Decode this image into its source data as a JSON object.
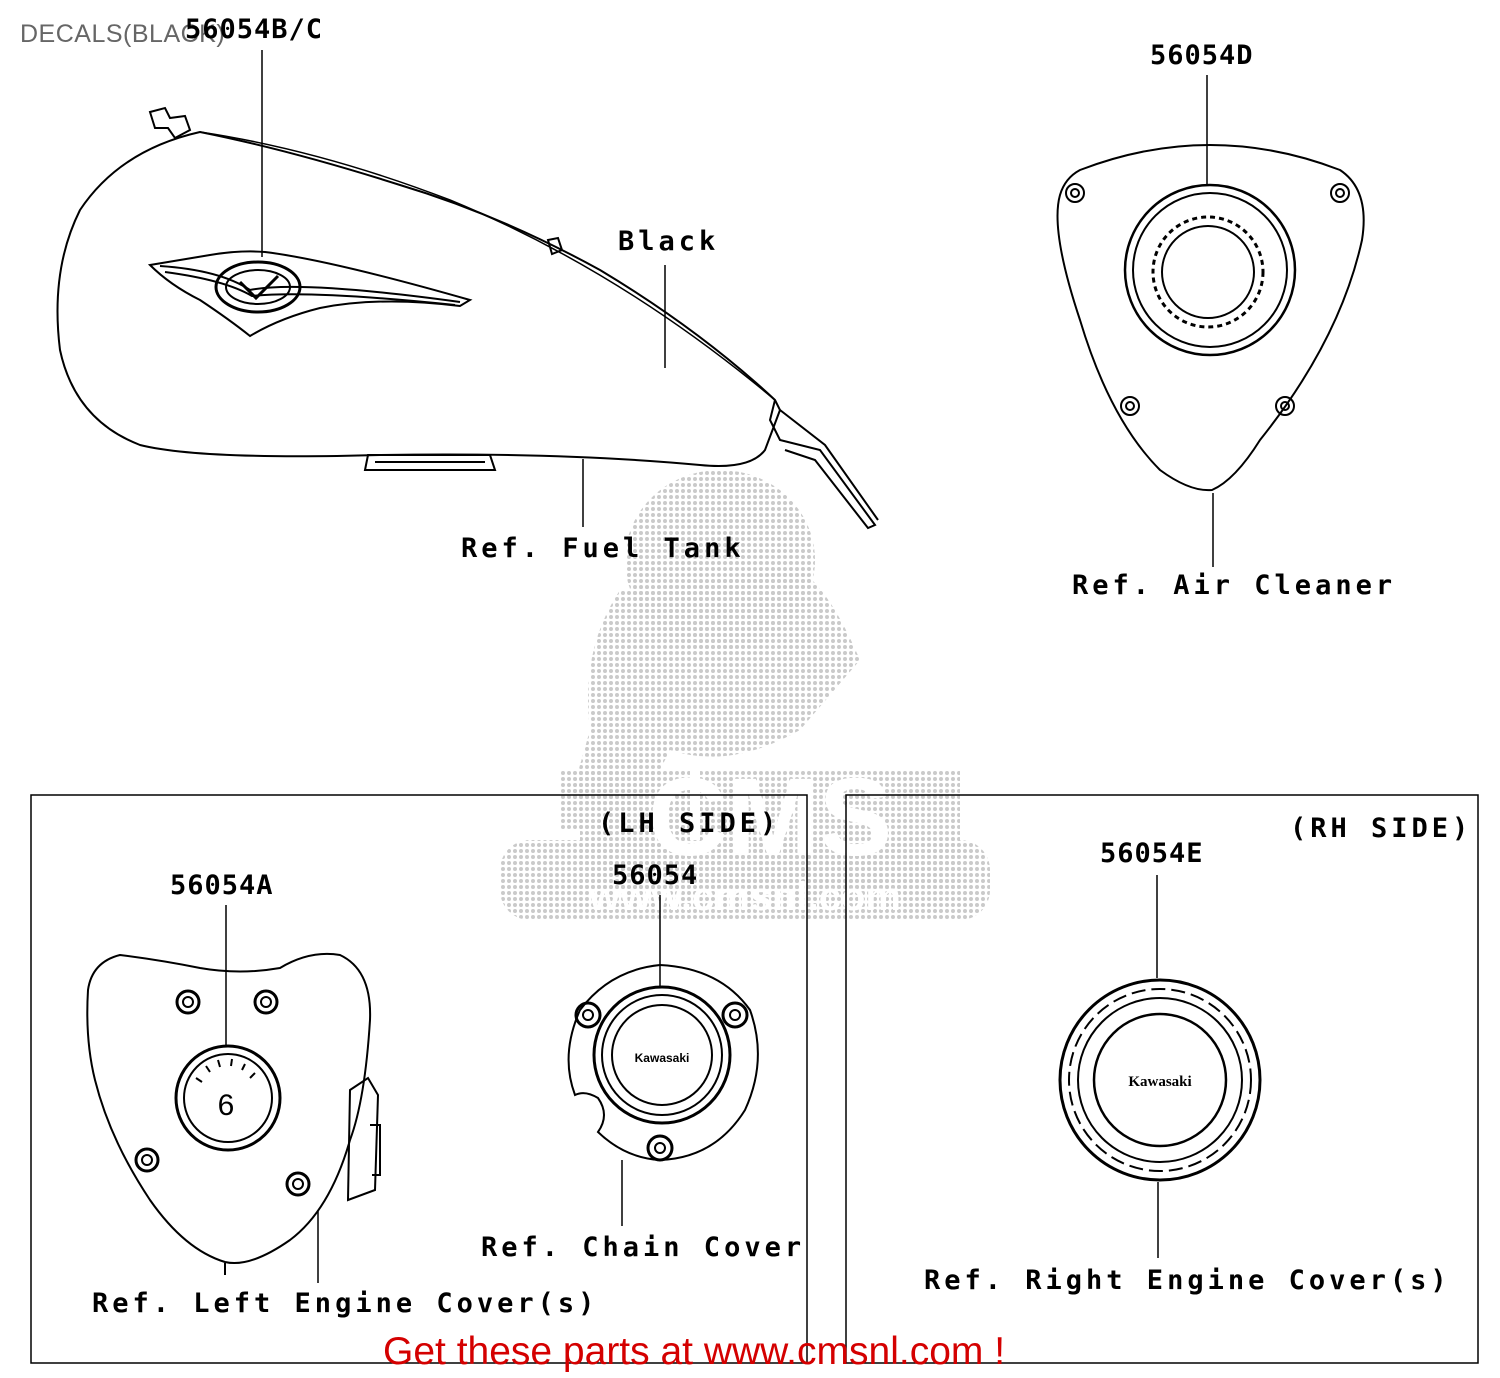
{
  "title": "DECALS(BLACK)",
  "parts": {
    "tank_decal": "56054B/C",
    "air_cleaner_decal": "56054D",
    "left_engine_decal": "56054A",
    "chain_cover_decal": "56054",
    "right_engine_decal": "56054E"
  },
  "labels": {
    "black": "Black",
    "fuel_tank": "Ref. Fuel Tank",
    "air_cleaner": "Ref. Air Cleaner",
    "lh_side": "(LH SIDE)",
    "rh_side": "(RH SIDE)",
    "chain_cover": "Ref. Chain Cover",
    "left_engine_cover": "Ref. Left Engine Cover(s)",
    "right_engine_cover": "Ref. Right Engine Cover(s)"
  },
  "emblems": {
    "kawasaki": "Kawasaki",
    "v_logo": "V",
    "gauge_digit": "6"
  },
  "watermark": {
    "text": "CMS",
    "url": "www.cmsnl.com"
  },
  "footer": "Get these parts at www.cmsnl.com !",
  "colors": {
    "footer_text": "#d40000",
    "title_text": "#666666",
    "line": "#000000",
    "watermark": "#555555"
  }
}
